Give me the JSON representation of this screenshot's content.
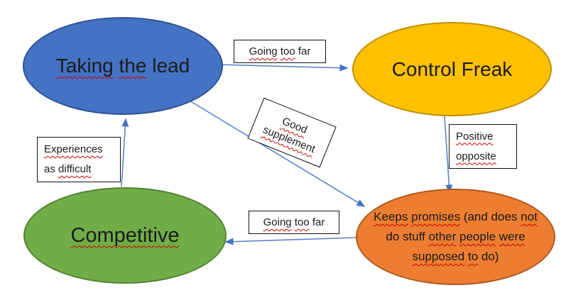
{
  "colors": {
    "canvas_bg": "#FFFFFF",
    "blue_fill": "#4472C4",
    "blue_stroke": "#2F528F",
    "gold_fill": "#FFC000",
    "gold_stroke": "#BF9000",
    "green_fill": "#70AD47",
    "green_stroke": "#548235",
    "orange_fill": "#ED7D31",
    "orange_stroke": "#AE5A21",
    "arrow_line": "#5B84C9",
    "arrow_head": "#4472C4",
    "squiggle": "#CC0000"
  },
  "nodes": {
    "taking": {
      "w1": "Taking",
      "w2": "the",
      "w3": "lead"
    },
    "control": {
      "label": "Control Freak"
    },
    "competitive": {
      "label": "Competitive"
    },
    "keeps": {
      "l1w1": "Keeps",
      "l1w2": "promises",
      "l1w3": "(and does",
      "l1w4": "not",
      "l2w1": "do stuff",
      "l2w2": "other",
      "l2w3": "people",
      "l2w4": "were",
      "l3w1": "supposed",
      "l3w2": "to",
      "l3w3": "do)"
    }
  },
  "edge_labels": {
    "top": {
      "w1": "Going",
      "w2": "too",
      "w3": "far"
    },
    "supplement": {
      "w1": "Good",
      "w2": "supplement"
    },
    "positive": {
      "w1": "Positive",
      "w2": "opposite"
    },
    "experiences": {
      "w1": "Experiences",
      "w2": "as",
      "w3": "difficult"
    },
    "bottom": {
      "w1": "Going",
      "w2": "too",
      "w3": "far"
    }
  },
  "edges": [
    {
      "from": "Taking the lead",
      "to": "Control Freak",
      "label": "Going too far"
    },
    {
      "from": "Taking the lead",
      "to": "Keeps promises (and does not do stuff other people were supposed to do)",
      "label": "Good supplement"
    },
    {
      "from": "Control Freak",
      "to": "Keeps promises (and does not do stuff other people were supposed to do)",
      "label": "Positive opposite"
    },
    {
      "from": "Keeps promises (and does not do stuff other people were supposed to do)",
      "to": "Competitive",
      "label": "Going too far"
    },
    {
      "from": "Competitive",
      "to": "Taking the lead",
      "label": "Experiences as difficult"
    }
  ]
}
